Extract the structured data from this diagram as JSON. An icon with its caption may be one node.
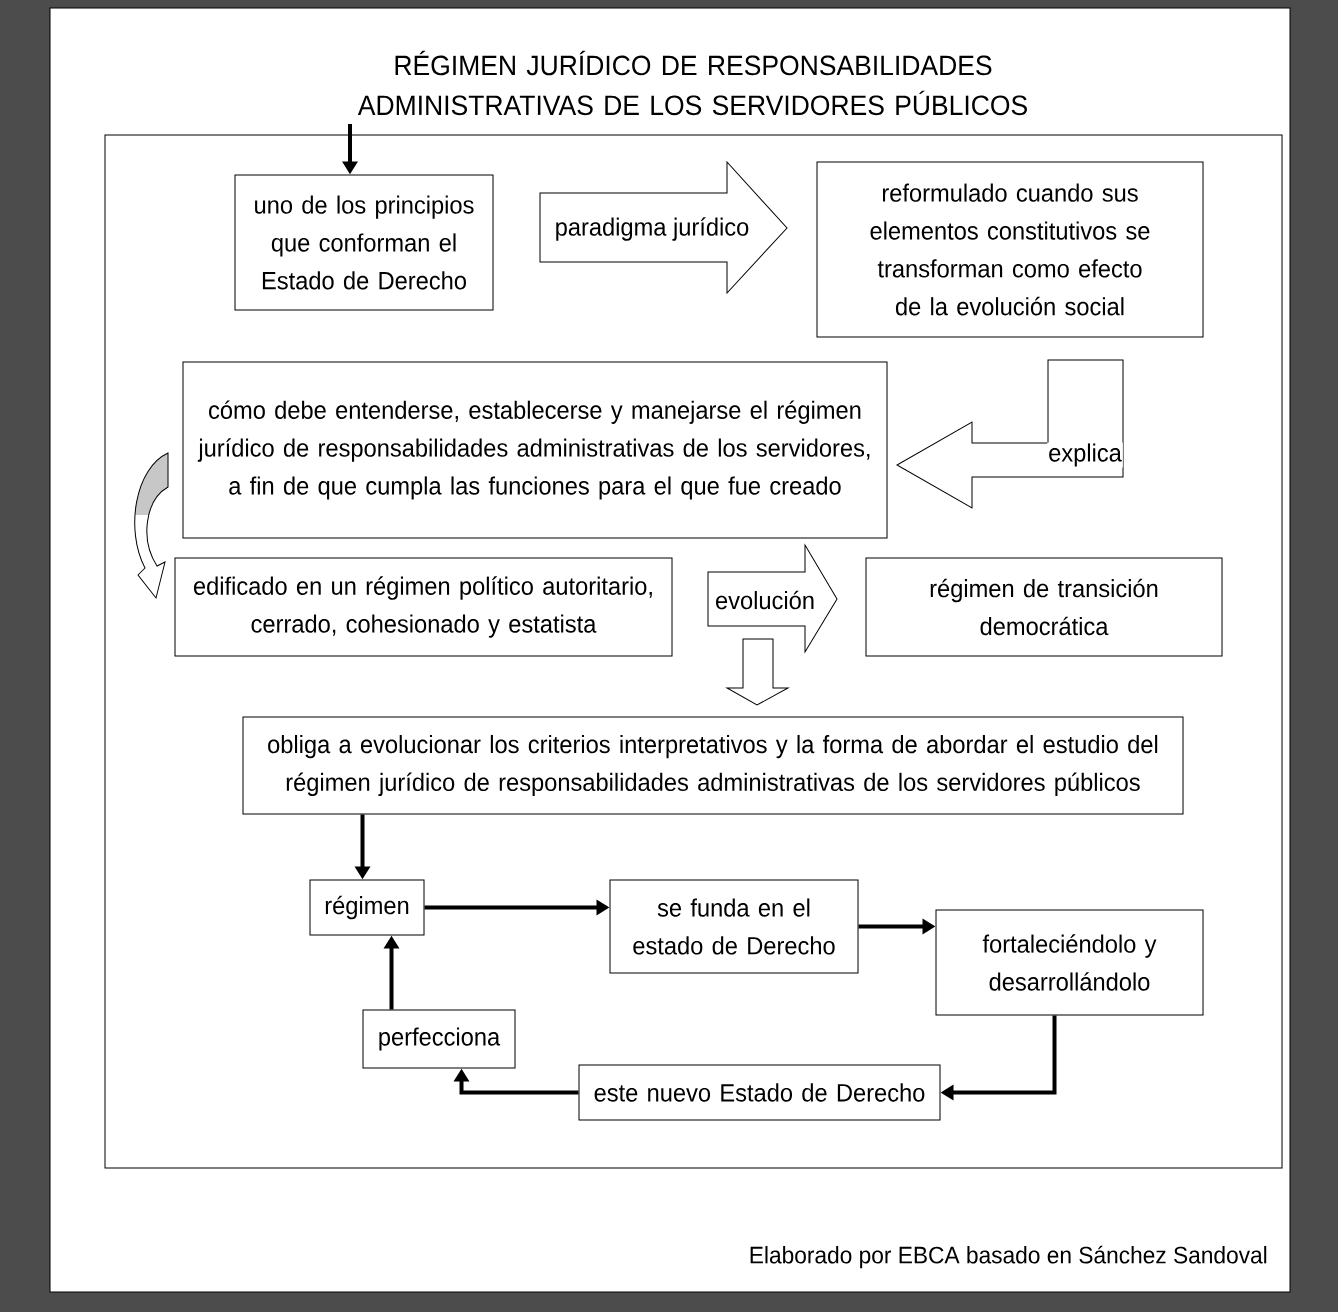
{
  "diagram": {
    "title": "RÉGIMEN JURÍDICO DE RESPONSABILIDADES ADMINISTRATIVAS DE LOS SERVIDORES PÚBLICOS",
    "nodes": [
      {
        "text": [],
        "shape": "box"
      },
      {
        "text": [
          "uno de los principios que conforman el Estado de Derecho"
        ],
        "in": 0
      },
      {
        "text": [
          "reformulado cuando sus elementos constitutivos se transforman como efecto de la evolución social"
        ],
        "in": 0
      },
      {
        "text": [
          "cómo debe entenderse, establecerse y manejarse el régimen jurídico de responsabilidades administrativas de los servidores, a fin de que cumpla las funciones para el que fue creado"
        ],
        "in": 0
      },
      {
        "text": [
          "edificado en un régimen político autoritario, cerrado, cohesionado y estatista"
        ],
        "in": 0
      },
      {
        "text": [
          "régimen de transición democrática"
        ],
        "in": 0
      },
      {
        "text": [
          "obliga a evolucionar los criterios interpretativos y la forma de abordar el estudio del régimen jurídico de responsabilidades administrativas de los servidores públicos"
        ],
        "in": 0
      },
      {
        "text": [
          "régimen"
        ],
        "in": 0
      },
      {
        "text": [
          "se funda en el estado de Derecho"
        ],
        "in": 0
      },
      {
        "text": [
          "fortaleciéndolo y desarrollándolo"
        ],
        "in": 0
      },
      {
        "text": [
          "este nuevo Estado de Derecho"
        ],
        "in": 0
      },
      {
        "text": [
          "perfecciona"
        ],
        "in": 0
      }
    ],
    "edges": [
      {
        "from": null,
        "to": 1,
        "arrow": "to"
      },
      {
        "from": 1,
        "to": 2,
        "arrow": "to",
        "label": "paradigma jurídico"
      },
      {
        "from": 2,
        "to": 3,
        "arrow": "to",
        "label": "explica"
      },
      {
        "from": 3,
        "to": 4,
        "arrow": "to"
      },
      {
        "from": 4,
        "to": 5,
        "arrow": "to",
        "label": "evolución"
      },
      {
        "from": null,
        "to": 6,
        "arrow": "to"
      },
      {
        "from": 6,
        "to": 7,
        "arrow": "to"
      },
      {
        "from": 7,
        "to": 8,
        "arrow": "to"
      },
      {
        "from": 8,
        "to": 9,
        "arrow": "to"
      },
      {
        "from": 9,
        "to": 10,
        "arrow": "to"
      },
      {
        "from": 10,
        "to": 11,
        "arrow": "to"
      },
      {
        "from": 11,
        "to": 7,
        "arrow": "to"
      }
    ],
    "labels": [
      "Elaborado por EBCA basado en Sánchez Sandoval"
    ]
  }
}
